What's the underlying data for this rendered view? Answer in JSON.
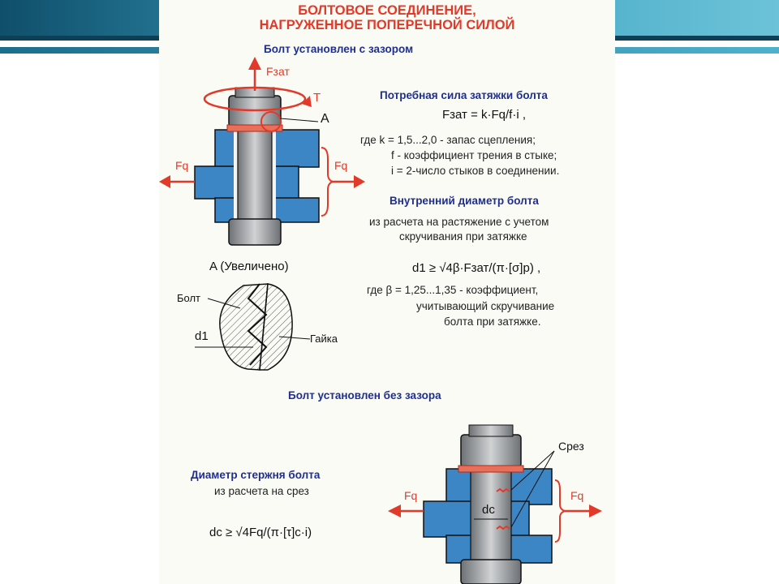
{
  "title": {
    "line1": "БОЛТОВОЕ СОЕДИНЕНИЕ,",
    "line2": "НАГРУЖЕННОЕ ПОПЕРЕЧНОЙ СИЛОЙ"
  },
  "section1": {
    "heading": "Болт установлен с зазором",
    "labels": {
      "f_zat": "Fзат",
      "torque": "T",
      "point_a": "A",
      "fq_left": "Fq",
      "fq_right": "Fq"
    },
    "required_force_heading": "Потребная сила затяжки болта",
    "formula_force": "Fзат = k·Fq/f·i ,",
    "where_k": "где  k = 1,5...2,0 - запас сцепления;",
    "where_f": "f  -  коэффициент  трения в стыке;",
    "where_i": "i  = 2-число стыков в соединении.",
    "inner_diameter_heading": "Внутренний диаметр болта",
    "calc_line1": "из расчета на растяжение с учетом",
    "calc_line2": "скручивания при затяжке",
    "formula_d1": "d1 ≥ √4β·Fзат/(π·[σ]р) ,",
    "beta_line1": "где  β = 1,25...1,35 - коэффициент,",
    "beta_line2": "учитывающий скручивание",
    "beta_line3": "болта при затяжке.",
    "detail_label": "A (Увеличено)",
    "detail_bolt": "Болт",
    "detail_nut": "Гайка",
    "detail_d1": "d1"
  },
  "section2": {
    "heading": "Болт установлен без зазора",
    "stem_heading": "Диаметр стержня болта",
    "stem_calc": "из расчета на срез",
    "formula_dc": "dc ≥ √4Fq/(π·[τ]c·i)",
    "labels": {
      "shear": "Срез",
      "fq_left": "Fq",
      "fq_right": "Fq",
      "dc": "dc"
    }
  },
  "colors": {
    "accent_red": "#e23a2a",
    "heading_blue": "#1f2f8e",
    "plate_blue": "#3d86c6",
    "slide_band_teal": "#2a7f9e"
  }
}
